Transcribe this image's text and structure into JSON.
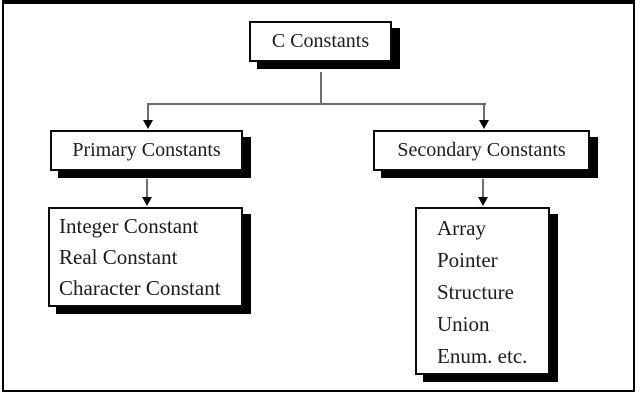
{
  "diagram": {
    "root": {
      "label": "C Constants"
    },
    "branches": [
      {
        "label": "Primary Constants",
        "items": [
          "Integer Constant",
          "Real Constant",
          "Character Constant"
        ]
      },
      {
        "label": "Secondary Constants",
        "items": [
          "Array",
          "Pointer",
          "Structure",
          "Union",
          "Enum. etc."
        ]
      }
    ]
  },
  "colors": {
    "background": "#ffffff",
    "box_border": "#0a0a0a",
    "box_shadow": "#000000",
    "connector": "#6e6e6e",
    "text": "#1c1c1c"
  }
}
